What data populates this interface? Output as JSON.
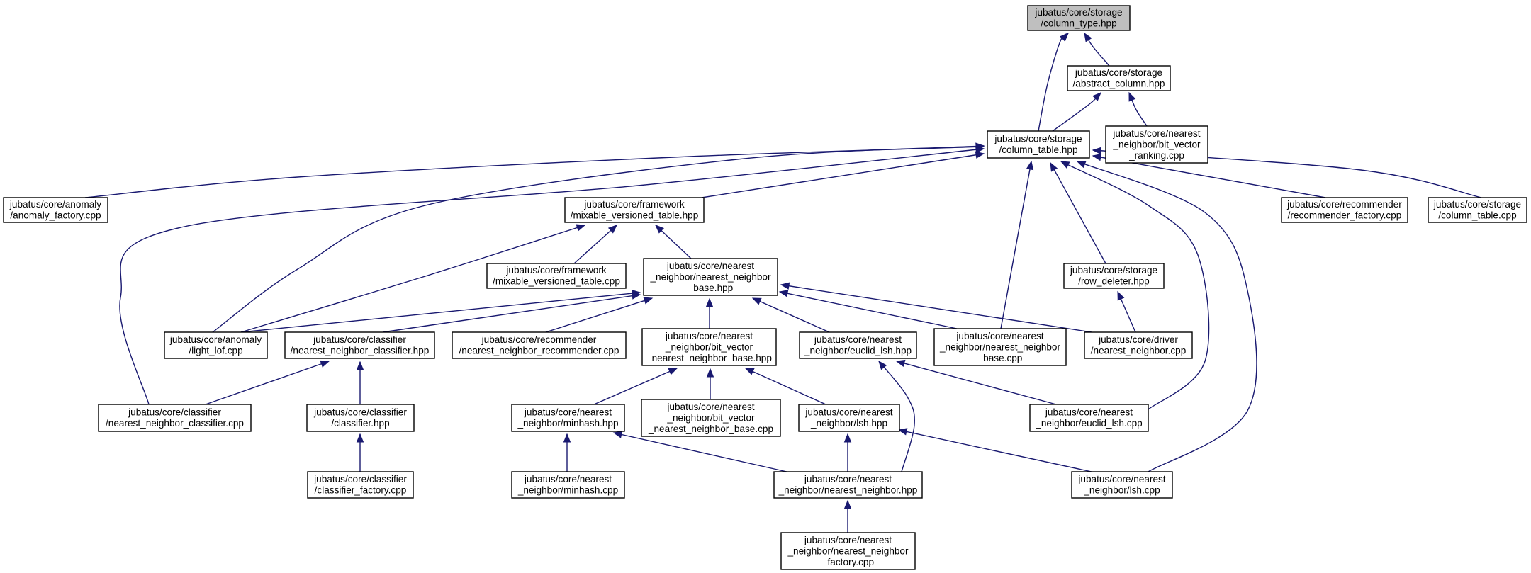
{
  "nodes": [
    {
      "id": "column_type",
      "lines": [
        "jubatus/core/storage",
        "/column_type.hpp"
      ],
      "highlight": true
    },
    {
      "id": "abstract_column",
      "lines": [
        "jubatus/core/storage",
        "/abstract_column.hpp"
      ]
    },
    {
      "id": "column_table_hpp",
      "lines": [
        "jubatus/core/storage",
        "/column_table.hpp"
      ]
    },
    {
      "id": "bit_vector_ranking",
      "lines": [
        "jubatus/core/nearest",
        "_neighbor/bit_vector",
        "_ranking.cpp"
      ]
    },
    {
      "id": "anomaly_factory",
      "lines": [
        "jubatus/core/anomaly",
        "/anomaly_factory.cpp"
      ]
    },
    {
      "id": "mixable_versioned_table_hpp",
      "lines": [
        "jubatus/core/framework",
        "/mixable_versioned_table.hpp"
      ]
    },
    {
      "id": "recommender_factory",
      "lines": [
        "jubatus/core/recommender",
        "/recommender_factory.cpp"
      ]
    },
    {
      "id": "column_table_cpp",
      "lines": [
        "jubatus/core/storage",
        "/column_table.cpp"
      ]
    },
    {
      "id": "mixable_versioned_table_cpp",
      "lines": [
        "jubatus/core/framework",
        "/mixable_versioned_table.cpp"
      ]
    },
    {
      "id": "nn_base_hpp",
      "lines": [
        "jubatus/core/nearest",
        "_neighbor/nearest_neighbor",
        "_base.hpp"
      ]
    },
    {
      "id": "row_deleter",
      "lines": [
        "jubatus/core/storage",
        "/row_deleter.hpp"
      ]
    },
    {
      "id": "light_lof",
      "lines": [
        "jubatus/core/anomaly",
        "/light_lof.cpp"
      ]
    },
    {
      "id": "nn_classifier_hpp",
      "lines": [
        "jubatus/core/classifier",
        "/nearest_neighbor_classifier.hpp"
      ]
    },
    {
      "id": "nn_recommender",
      "lines": [
        "jubatus/core/recommender",
        "/nearest_neighbor_recommender.cpp"
      ]
    },
    {
      "id": "bit_vector_nn_base_hpp",
      "lines": [
        "jubatus/core/nearest",
        "_neighbor/bit_vector",
        "_nearest_neighbor_base.hpp"
      ]
    },
    {
      "id": "euclid_lsh_hpp",
      "lines": [
        "jubatus/core/nearest",
        "_neighbor/euclid_lsh.hpp"
      ]
    },
    {
      "id": "nn_base_cpp",
      "lines": [
        "jubatus/core/nearest",
        "_neighbor/nearest_neighbor",
        "_base.cpp"
      ]
    },
    {
      "id": "driver_nn",
      "lines": [
        "jubatus/core/driver",
        "/nearest_neighbor.cpp"
      ]
    },
    {
      "id": "nn_classifier_cpp",
      "lines": [
        "jubatus/core/classifier",
        "/nearest_neighbor_classifier.cpp"
      ]
    },
    {
      "id": "classifier_hpp",
      "lines": [
        "jubatus/core/classifier",
        "/classifier.hpp"
      ]
    },
    {
      "id": "minhash_hpp",
      "lines": [
        "jubatus/core/nearest",
        "_neighbor/minhash.hpp"
      ]
    },
    {
      "id": "bit_vector_nn_base_cpp",
      "lines": [
        "jubatus/core/nearest",
        "_neighbor/bit_vector",
        "_nearest_neighbor_base.cpp"
      ]
    },
    {
      "id": "lsh_hpp",
      "lines": [
        "jubatus/core/nearest",
        "_neighbor/lsh.hpp"
      ]
    },
    {
      "id": "euclid_lsh_cpp",
      "lines": [
        "jubatus/core/nearest",
        "_neighbor/euclid_lsh.cpp"
      ]
    },
    {
      "id": "classifier_factory",
      "lines": [
        "jubatus/core/classifier",
        "/classifier_factory.cpp"
      ]
    },
    {
      "id": "minhash_cpp",
      "lines": [
        "jubatus/core/nearest",
        "_neighbor/minhash.cpp"
      ]
    },
    {
      "id": "nn_hpp",
      "lines": [
        "jubatus/core/nearest",
        "_neighbor/nearest_neighbor.hpp"
      ]
    },
    {
      "id": "lsh_cpp",
      "lines": [
        "jubatus/core/nearest",
        "_neighbor/lsh.cpp"
      ]
    },
    {
      "id": "nn_factory",
      "lines": [
        "jubatus/core/nearest",
        "_neighbor/nearest_neighbor",
        "_factory.cpp"
      ]
    }
  ],
  "edges": [
    {
      "from": "abstract_column",
      "to": "column_type"
    },
    {
      "from": "column_table_hpp",
      "to": "column_type"
    },
    {
      "from": "column_table_hpp",
      "to": "abstract_column"
    },
    {
      "from": "bit_vector_ranking",
      "to": "abstract_column"
    },
    {
      "from": "anomaly_factory",
      "to": "column_table_hpp"
    },
    {
      "from": "light_lof",
      "to": "column_table_hpp"
    },
    {
      "from": "nn_classifier_cpp",
      "to": "column_table_hpp"
    },
    {
      "from": "mixable_versioned_table_hpp",
      "to": "column_table_hpp"
    },
    {
      "from": "nn_base_cpp",
      "to": "column_table_hpp"
    },
    {
      "from": "row_deleter",
      "to": "column_table_hpp"
    },
    {
      "from": "euclid_lsh_cpp",
      "to": "column_table_hpp"
    },
    {
      "from": "lsh_cpp",
      "to": "column_table_hpp"
    },
    {
      "from": "recommender_factory",
      "to": "column_table_hpp"
    },
    {
      "from": "column_table_cpp",
      "to": "column_table_hpp"
    },
    {
      "from": "light_lof",
      "to": "mixable_versioned_table_hpp"
    },
    {
      "from": "mixable_versioned_table_cpp",
      "to": "mixable_versioned_table_hpp"
    },
    {
      "from": "nn_base_hpp",
      "to": "mixable_versioned_table_hpp"
    },
    {
      "from": "light_lof",
      "to": "nn_base_hpp"
    },
    {
      "from": "nn_classifier_hpp",
      "to": "nn_base_hpp"
    },
    {
      "from": "nn_recommender",
      "to": "nn_base_hpp"
    },
    {
      "from": "bit_vector_nn_base_hpp",
      "to": "nn_base_hpp"
    },
    {
      "from": "euclid_lsh_hpp",
      "to": "nn_base_hpp"
    },
    {
      "from": "nn_base_cpp",
      "to": "nn_base_hpp"
    },
    {
      "from": "driver_nn",
      "to": "nn_base_hpp"
    },
    {
      "from": "driver_nn",
      "to": "row_deleter"
    },
    {
      "from": "nn_classifier_cpp",
      "to": "nn_classifier_hpp"
    },
    {
      "from": "classifier_hpp",
      "to": "nn_classifier_hpp"
    },
    {
      "from": "classifier_factory",
      "to": "classifier_hpp"
    },
    {
      "from": "minhash_hpp",
      "to": "bit_vector_nn_base_hpp"
    },
    {
      "from": "bit_vector_nn_base_cpp",
      "to": "bit_vector_nn_base_hpp"
    },
    {
      "from": "lsh_hpp",
      "to": "bit_vector_nn_base_hpp"
    },
    {
      "from": "euclid_lsh_cpp",
      "to": "euclid_lsh_hpp"
    },
    {
      "from": "nn_hpp",
      "to": "euclid_lsh_hpp"
    },
    {
      "from": "minhash_cpp",
      "to": "minhash_hpp"
    },
    {
      "from": "nn_hpp",
      "to": "minhash_hpp"
    },
    {
      "from": "nn_hpp",
      "to": "lsh_hpp"
    },
    {
      "from": "lsh_cpp",
      "to": "lsh_hpp"
    },
    {
      "from": "nn_factory",
      "to": "nn_hpp"
    }
  ]
}
